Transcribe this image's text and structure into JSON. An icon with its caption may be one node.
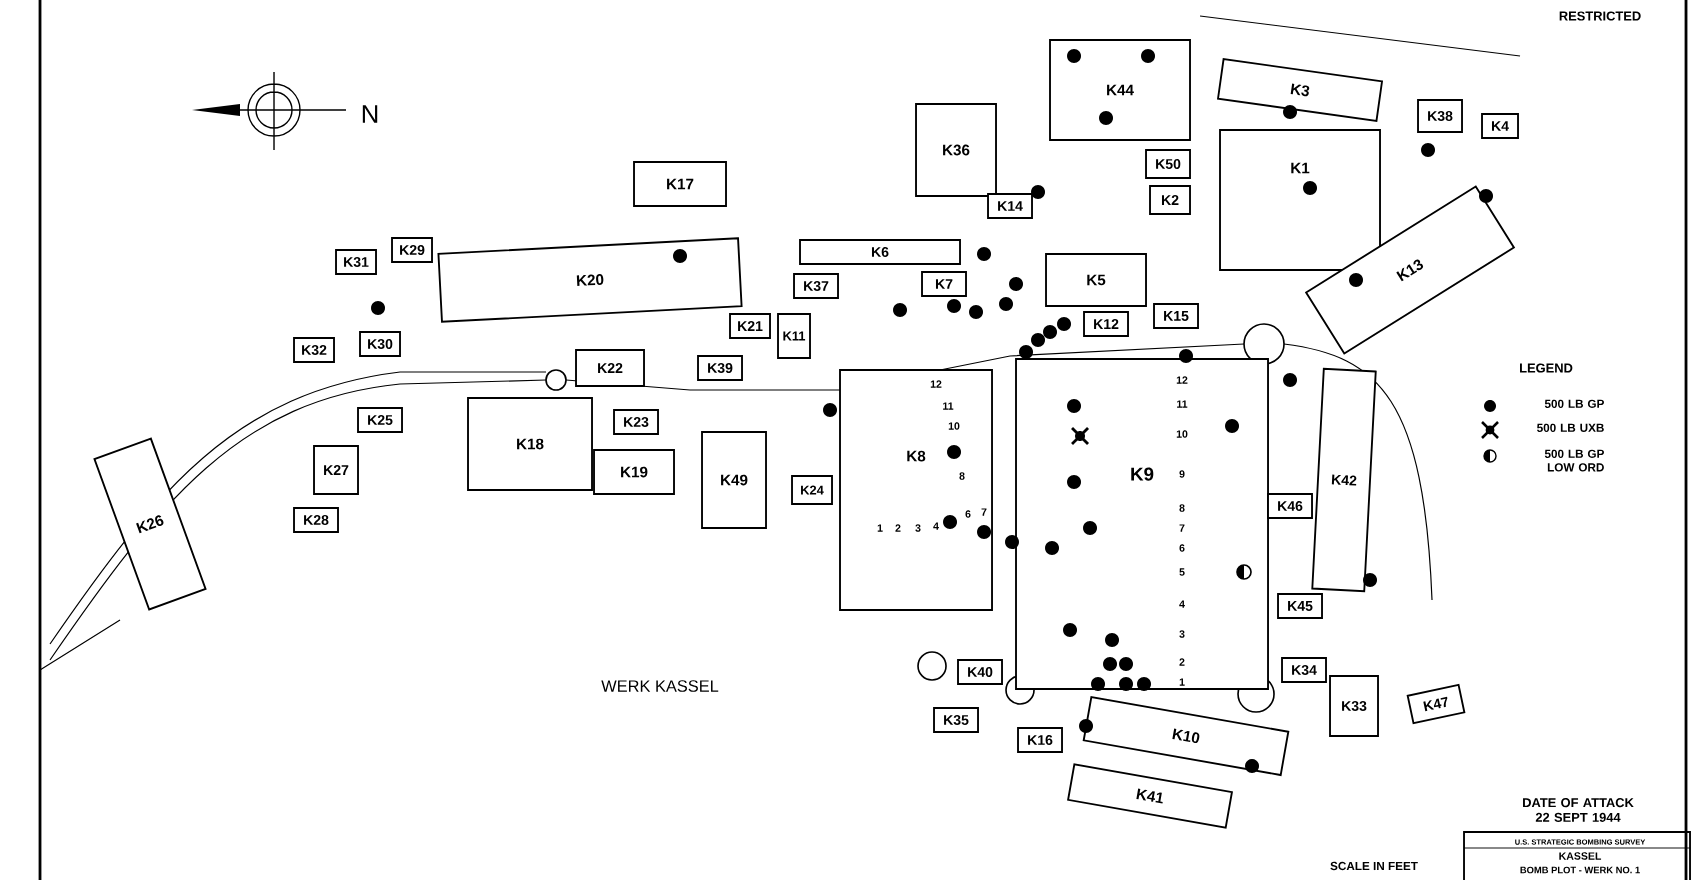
{
  "diagram": {
    "nodes": [
      {
        "text": [
          "K17"
        ]
      },
      {
        "text": [
          "K36"
        ]
      },
      {
        "text": [
          "K44"
        ]
      },
      {
        "text": [
          "K3"
        ]
      },
      {
        "text": [
          "K38"
        ]
      },
      {
        "text": [
          "K4"
        ]
      },
      {
        "text": [
          "K50"
        ]
      },
      {
        "text": [
          "K2"
        ]
      },
      {
        "text": [
          "K1"
        ]
      },
      {
        "text": [
          "K14"
        ]
      },
      {
        "text": [
          "K6"
        ]
      },
      {
        "text": [
          "K7"
        ]
      },
      {
        "text": [
          "K5"
        ]
      },
      {
        "text": [
          "K13"
        ]
      },
      {
        "text": [
          "K20"
        ]
      },
      {
        "text": [
          "K31"
        ]
      },
      {
        "text": [
          "K29"
        ]
      },
      {
        "text": [
          "K30"
        ]
      },
      {
        "text": [
          "K32"
        ]
      },
      {
        "text": [
          "K21"
        ]
      },
      {
        "text": [
          "K37"
        ]
      },
      {
        "text": [
          "K11"
        ]
      },
      {
        "text": [
          "K12"
        ]
      },
      {
        "text": [
          "K15"
        ]
      },
      {
        "text": [
          "K39"
        ]
      },
      {
        "text": [
          "K22"
        ]
      },
      {
        "text": [
          "K23"
        ]
      },
      {
        "text": [
          "K25"
        ]
      },
      {
        "text": [
          "K18"
        ]
      },
      {
        "text": [
          "K19"
        ]
      },
      {
        "text": [
          "K49"
        ]
      },
      {
        "text": [
          "K24"
        ]
      },
      {
        "text": [
          "K8"
        ]
      },
      {
        "text": [
          "K9"
        ]
      },
      {
        "text": [
          "K42"
        ]
      },
      {
        "text": [
          "K46"
        ]
      },
      {
        "text": [
          "K45"
        ]
      },
      {
        "text": [
          "K34"
        ]
      },
      {
        "text": [
          "K33"
        ]
      },
      {
        "text": [
          "K47"
        ]
      },
      {
        "text": [
          "K27"
        ]
      },
      {
        "text": [
          "K28"
        ]
      },
      {
        "text": [
          "K26"
        ]
      },
      {
        "text": [
          "K40"
        ]
      },
      {
        "text": [
          "K35"
        ]
      },
      {
        "text": [
          "K16"
        ]
      },
      {
        "text": [
          "K10"
        ]
      },
      {
        "text": [
          "K41"
        ]
      }
    ],
    "labels": [
      "RESTRICTED",
      "N",
      "LEGEND",
      "WERK KASSEL",
      "DATE OF ATTACK 22 SEPT 1944",
      "SCALE IN FEET",
      "U.S. STRATEGIC BOMBING SURVEY",
      "KASSEL",
      "BOMB PLOT - WERK NO. 1",
      "12",
      "11",
      "10",
      "8",
      "1",
      "2",
      "3",
      "4",
      "6",
      "7",
      "12",
      "11",
      "10",
      "9",
      "8",
      "7",
      "6",
      "5",
      "4",
      "3",
      "2",
      "1"
    ],
    "legend": [
      {
        "text": "500 LB GP"
      },
      {
        "text": "500 LB UXB"
      },
      {
        "text": "500 LB GP LOW ORD"
      }
    ]
  }
}
